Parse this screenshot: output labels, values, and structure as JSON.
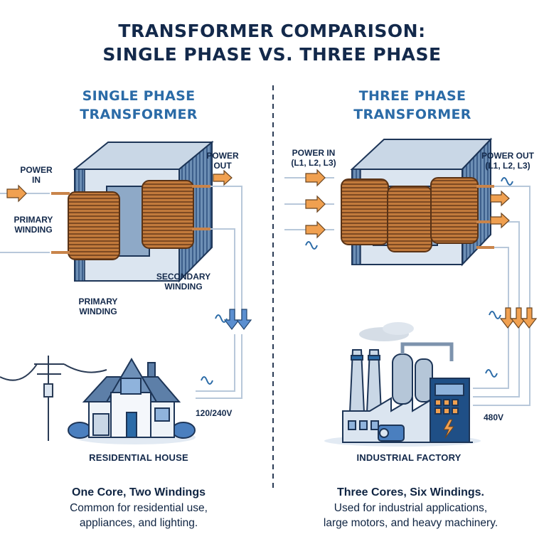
{
  "title": {
    "line1": "TRANSFORMER COMPARISON:",
    "line2": "SINGLE PHASE VS. THREE PHASE"
  },
  "single": {
    "heading": {
      "line1": "SINGLE PHASE",
      "line2": "TRANSFORMER"
    },
    "power_in": {
      "line1": "POWER",
      "line2": "IN"
    },
    "power_out": {
      "line1": "POWER",
      "line2": "OUT"
    },
    "primary_left": {
      "line1": "PRIMARY",
      "line2": "WINDING"
    },
    "primary_bottom": {
      "line1": "PRIMARY",
      "line2": "WINDING"
    },
    "secondary": {
      "line1": "SECONDARY",
      "line2": "WINDING"
    },
    "voltage": "120/240V",
    "place": "RESIDENTIAL HOUSE",
    "caption_title": "One Core, Two Windings",
    "caption_line1": "Common for residential use,",
    "caption_line2": "appliances, and lighting."
  },
  "three": {
    "heading": {
      "line1": "THREE PHASE",
      "line2": "TRANSFORMER"
    },
    "power_in": {
      "line1": "POWER IN",
      "line2": "(L1, L2, L3)"
    },
    "power_out": {
      "line1": "POWER OUT",
      "line2": "(L1, L2, L3)"
    },
    "voltage": "480V",
    "place": "INDUSTRIAL FACTORY",
    "caption_title": "Three Cores, Six Windings.",
    "caption_line1": "Used for industrial applications,",
    "caption_line2": "large motors, and heavy machinery."
  },
  "colors": {
    "navy": "#13294b",
    "accent_blue": "#2b6ba7",
    "copper": "#c9844a",
    "arrow_orange": "#f0a050",
    "core": "#a9bdd3"
  },
  "icons": [
    "arrow-icon",
    "ac-wave-icon",
    "house-icon",
    "utility-pole-icon",
    "factory-icon",
    "lightning-icon"
  ]
}
